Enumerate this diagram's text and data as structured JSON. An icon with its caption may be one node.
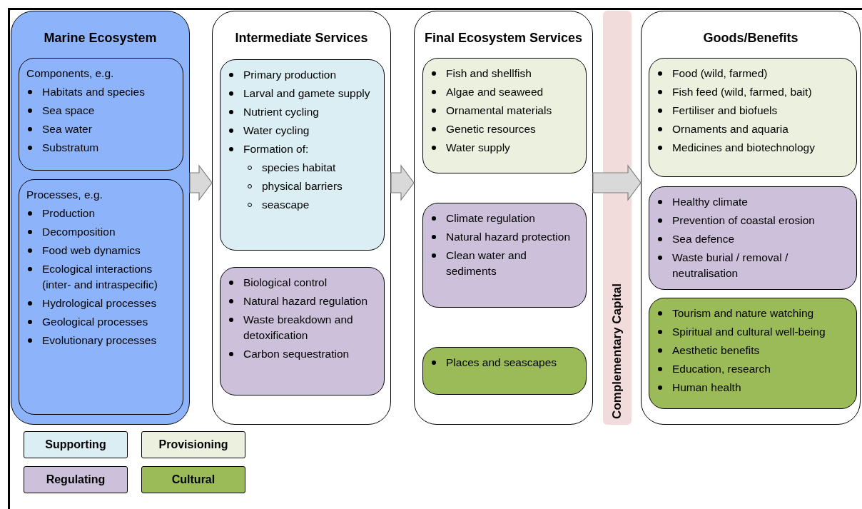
{
  "diagram": {
    "nodes": [
      {
        "text": [
          "Marine Ecosystem"
        ]
      },
      {
        "text": [
          "Components, e.g.",
          "Habitats and species",
          "Sea space",
          "Sea water",
          "Substratum"
        ],
        "in": 0
      },
      {
        "text": [
          "Processes, e.g.",
          "Production",
          "Decomposition",
          "Food web dynamics",
          "Ecological interactions (inter- and intraspecific)",
          "Hydrological processes",
          "Geological processes",
          "Evolutionary processes"
        ],
        "in": 0
      },
      {
        "text": [
          "Intermediate Services"
        ]
      },
      {
        "text": [
          "Primary production",
          "Larval and gamete supply",
          "Nutrient cycling",
          "Water cycling",
          "Formation of:",
          "species habitat",
          "physical barriers",
          "seascape"
        ],
        "in": 3
      },
      {
        "text": [
          "Biological control",
          "Natural hazard regulation",
          "Waste breakdown and detoxification",
          "Carbon sequestration"
        ],
        "in": 3
      },
      {
        "text": [
          "Final Ecosystem Services"
        ]
      },
      {
        "text": [
          "Fish and shellfish",
          "Algae and seaweed",
          "Ornamental materials",
          "Genetic resources",
          "Water supply"
        ],
        "in": 6
      },
      {
        "text": [
          "Climate regulation",
          "Natural hazard protection",
          "Clean water and sediments"
        ],
        "in": 6
      },
      {
        "text": [
          "Places and seascapes"
        ],
        "in": 6
      },
      {
        "text": [
          "Complementary Capital"
        ]
      },
      {
        "text": [
          "Goods/Benefits"
        ]
      },
      {
        "text": [
          "Food (wild, farmed)",
          "Fish feed (wild, farmed, bait)",
          "Fertiliser and biofuels",
          "Ornaments and aquaria",
          "Medicines and biotechnology"
        ],
        "in": 11
      },
      {
        "text": [
          "Healthy climate",
          "Prevention of coastal erosion",
          "Sea defence",
          "Waste burial / removal / neutralisation"
        ],
        "in": 11
      },
      {
        "text": [
          "Tourism and nature watching",
          "Spiritual and cultural well-being",
          "Aesthetic benefits",
          "Education, research",
          "Human health"
        ],
        "in": 11
      }
    ],
    "edges": [
      {
        "from": 0,
        "to": 3,
        "arrow": "to"
      },
      {
        "from": 3,
        "to": 6,
        "arrow": "to"
      },
      {
        "from": 6,
        "to": 11,
        "arrow": "to"
      }
    ],
    "legend": [
      {
        "text": "Supporting",
        "color": "#dbeef4"
      },
      {
        "text": "Provisioning",
        "color": "#ebf1de"
      },
      {
        "text": "Regulating",
        "color": "#ccc0da"
      },
      {
        "text": "Cultural",
        "color": "#9bbb59"
      }
    ]
  }
}
